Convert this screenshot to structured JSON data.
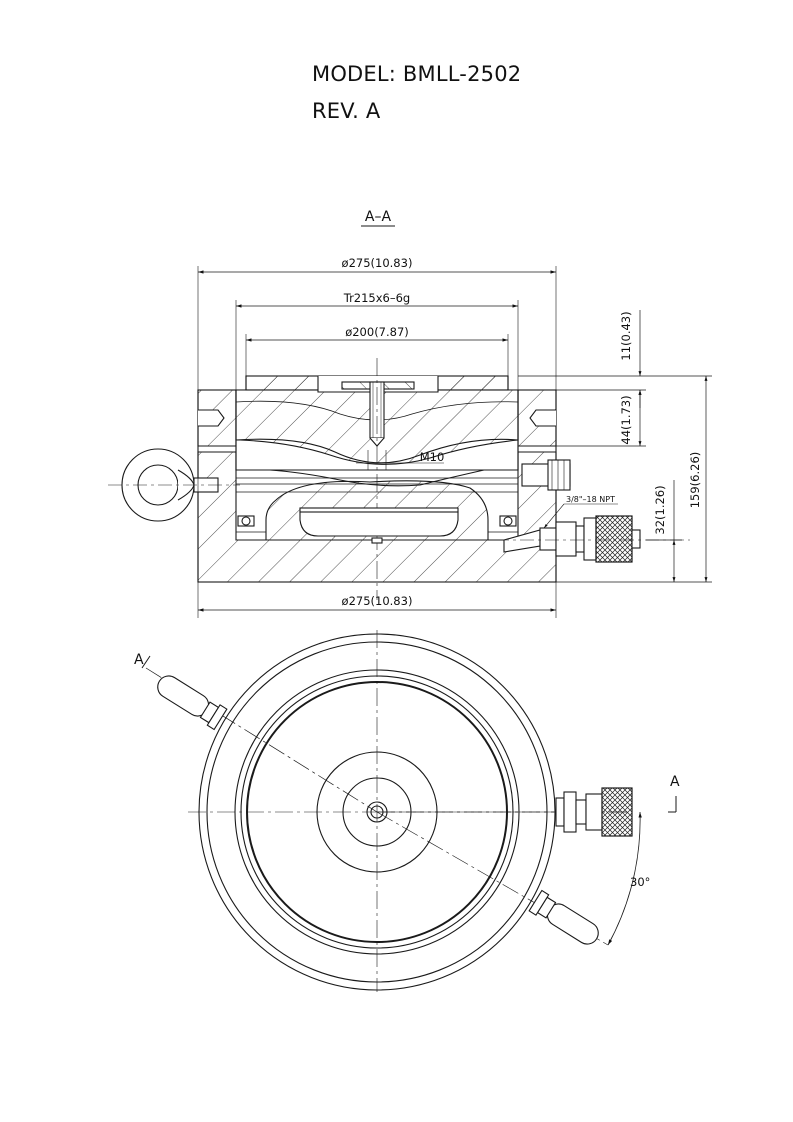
{
  "header": {
    "model": "MODEL: BMLL-2502",
    "revision": "REV. A"
  },
  "section_view": {
    "label": "A–A",
    "dims": {
      "top_outer_dia": "ø275(10.83)",
      "thread": "Tr215x6–6g",
      "saddle_dia": "ø200(7.87)",
      "bolt": "M10",
      "port": "3/8\"–18 NPT",
      "bottom_outer_dia": "ø275(10.83)",
      "dim_11": "11(0.43)",
      "dim_44": "44(1.73)",
      "dim_159": "159(6.26)",
      "dim_32": "32(1.26)"
    }
  },
  "plan_view": {
    "section_mark_left": "A",
    "section_mark_right": "A",
    "angle": "30°"
  },
  "colors": {
    "line": "#1a1a1a",
    "background": "#ffffff"
  }
}
